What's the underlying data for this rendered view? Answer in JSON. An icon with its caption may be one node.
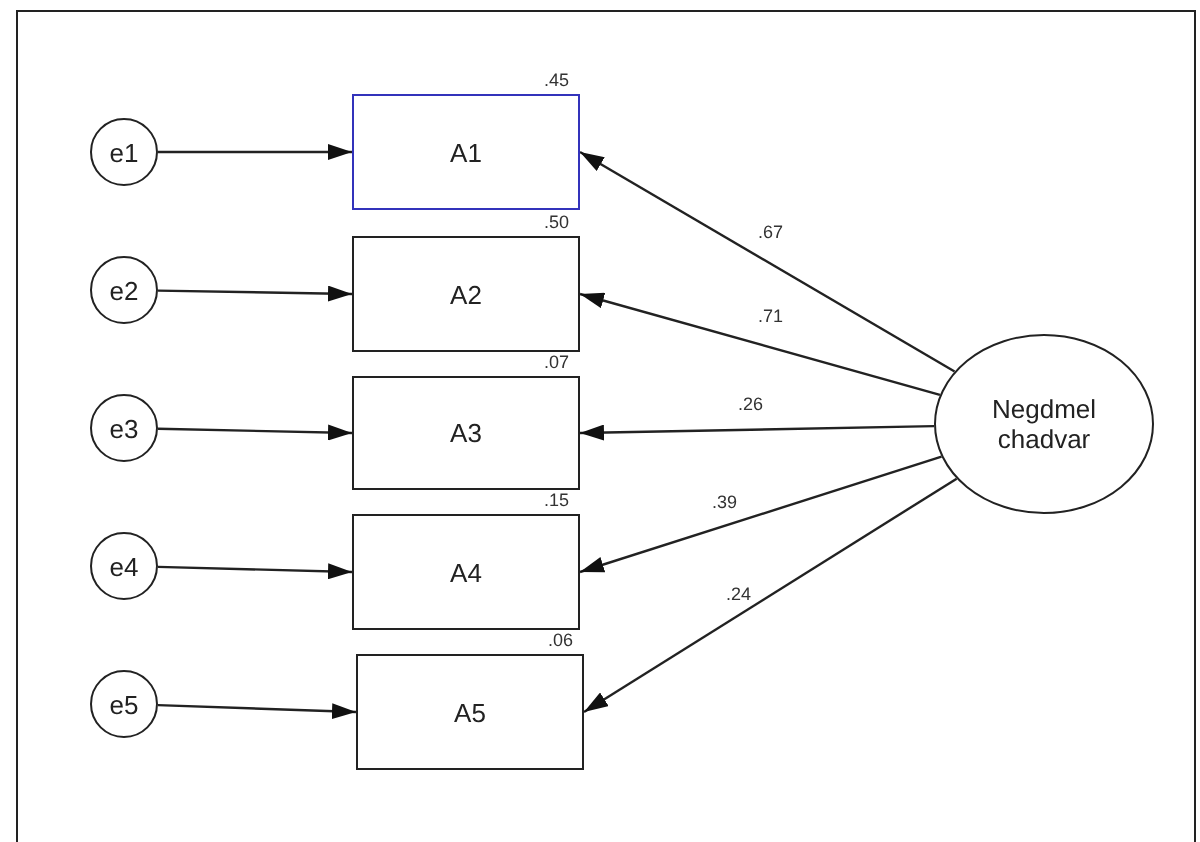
{
  "diagram": {
    "nodes": [
      {
        "text": [
          "e1"
        ]
      },
      {
        "text": [
          "e2"
        ]
      },
      {
        "text": [
          "e3"
        ]
      },
      {
        "text": [
          "e4"
        ]
      },
      {
        "text": [
          "e5"
        ]
      },
      {
        "text": [
          "A1"
        ],
        "beside": [
          ".45"
        ]
      },
      {
        "text": [
          "A2"
        ],
        "beside": [
          ".50"
        ]
      },
      {
        "text": [
          "A3"
        ],
        "beside": [
          ".07"
        ]
      },
      {
        "text": [
          "A4"
        ],
        "beside": [
          ".15"
        ]
      },
      {
        "text": [
          "A5"
        ],
        "beside": [
          ".06"
        ]
      },
      {
        "text": [
          "Negdmel chadvar"
        ]
      }
    ],
    "edges": [
      {
        "from": 0,
        "to": 5,
        "arrow": "to"
      },
      {
        "from": 1,
        "to": 6,
        "arrow": "to"
      },
      {
        "from": 2,
        "to": 7,
        "arrow": "to"
      },
      {
        "from": 3,
        "to": 8,
        "arrow": "to"
      },
      {
        "from": 4,
        "to": 9,
        "arrow": "to"
      },
      {
        "from": 10,
        "to": 5,
        "label": ".67",
        "arrow": "to"
      },
      {
        "from": 10,
        "to": 6,
        "label": ".71",
        "arrow": "to"
      },
      {
        "from": 10,
        "to": 7,
        "label": ".26",
        "arrow": "to"
      },
      {
        "from": 10,
        "to": 8,
        "label": ".39",
        "arrow": "to"
      },
      {
        "from": 10,
        "to": 9,
        "label": ".24",
        "arrow": "to"
      }
    ]
  }
}
